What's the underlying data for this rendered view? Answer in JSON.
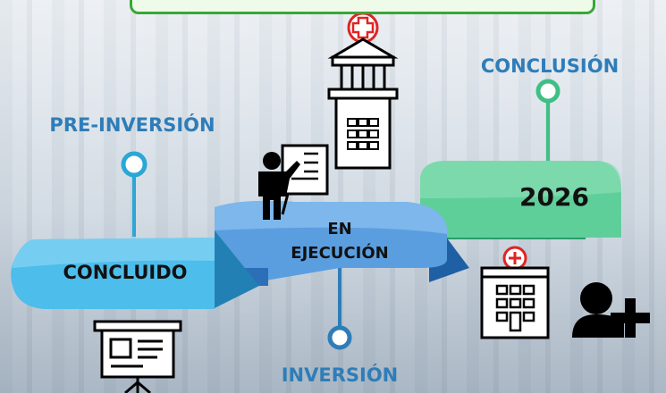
{
  "stages": {
    "pre_inversion": "PRE-INVERSIÓN",
    "inversion": "INVERSIÓN",
    "conclusion": "CONCLUSIÓN"
  },
  "statuses": {
    "concluido": "CONCLUIDO",
    "en_ejecucion_line1": "EN",
    "en_ejecucion_line2": "EJECUCIÓN",
    "year": "2026"
  },
  "colors": {
    "stage_blue": "#2e7db8",
    "ribbon_light_blue": "#4dbdeb",
    "ribbon_mid_blue": "#5a9ee0",
    "ribbon_green": "#5fcf9a",
    "pin_cyan": "#2ba7d6",
    "pin_green": "#3fbf85",
    "title_box_border": "#3aa639",
    "hospital_red": "#e02424"
  },
  "icons": [
    "hospital-building-icon",
    "presenter-icon",
    "presentation-board-icon",
    "hospital-small-icon",
    "add-user-icon"
  ]
}
